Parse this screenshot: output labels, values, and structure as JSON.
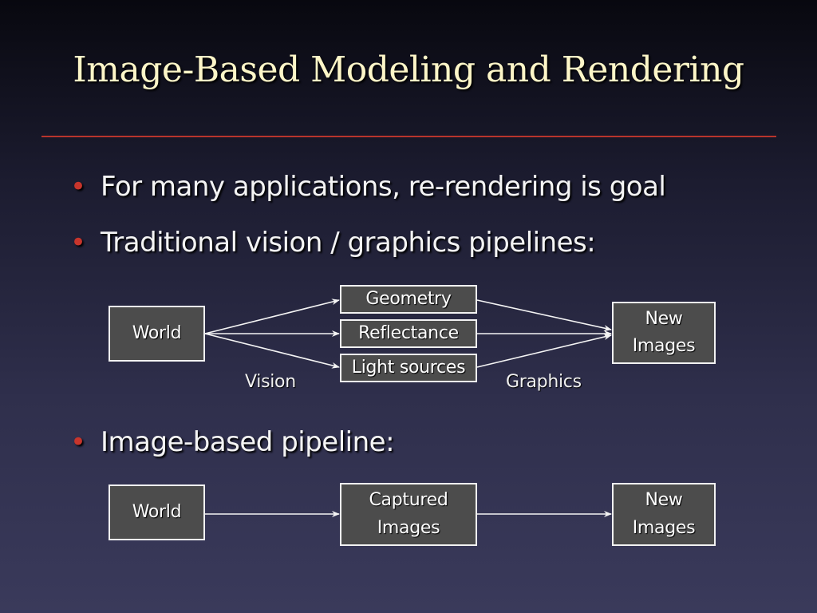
{
  "slide": {
    "title": "Image-Based Modeling and Rendering",
    "bullets": [
      "For many applications, re-rendering is goal",
      "Traditional vision / graphics pipelines:",
      "Image-based pipeline:"
    ],
    "bullet_glyph": "•"
  },
  "diagram1": {
    "world": "World",
    "geometry": "Geometry",
    "reflectance": "Reflectance",
    "light_sources": "Light sources",
    "new_images": [
      "New",
      "Images"
    ],
    "vision_label": "Vision",
    "graphics_label": "Graphics"
  },
  "diagram2": {
    "world": "World",
    "captured_images": [
      "Captured",
      "Images"
    ],
    "new_images": [
      "New",
      "Images"
    ]
  },
  "colors": {
    "title": "#fdf6c8",
    "rule": "#b8342c",
    "bullet_dot": "#c8352c",
    "box_fill": "#4c4c4c",
    "box_border": "#f2f2f2"
  }
}
